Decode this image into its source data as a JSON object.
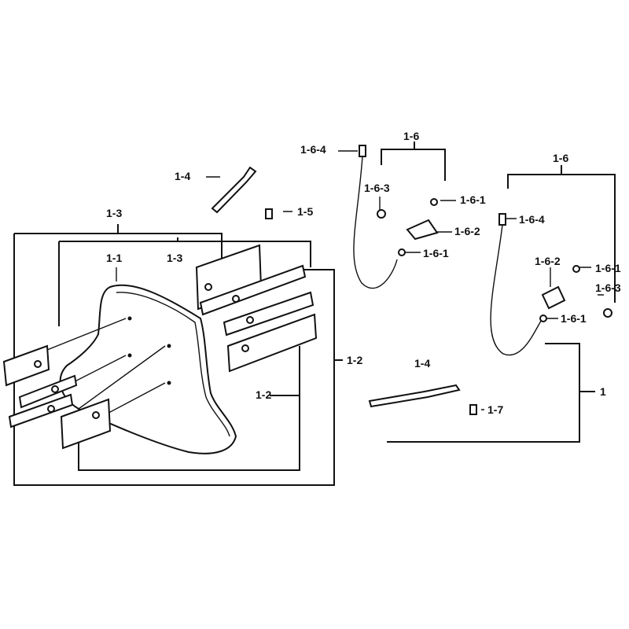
{
  "diagram": {
    "labels": {
      "l_1_6_4_a": "1-6-4",
      "l_1_6_a": "1-6",
      "l_1_4_a": "1-4",
      "l_1_6_3_a": "1-6-3",
      "l_1_6_1_a": "1-6-1",
      "l_1_5": "1-5",
      "l_1_6_2_a": "1-6-2",
      "l_1_6_1_b": "1-6-1",
      "l_1_3_a": "1-3",
      "l_1_3_b": "1-3",
      "l_1_1": "1-1",
      "l_1_6_b": "1-6",
      "l_1_6_4_b": "1-6-4",
      "l_1_6_2_b": "1-6-2",
      "l_1_6_1_c": "1-6-1",
      "l_1_6_3_b": "1-6-3",
      "l_1_6_1_d": "1-6-1",
      "l_1_2_a": "1-2",
      "l_1_2_b": "1-2",
      "l_1_4_b": "1-4",
      "l_1": "1",
      "l_1_7": "1-7"
    }
  }
}
